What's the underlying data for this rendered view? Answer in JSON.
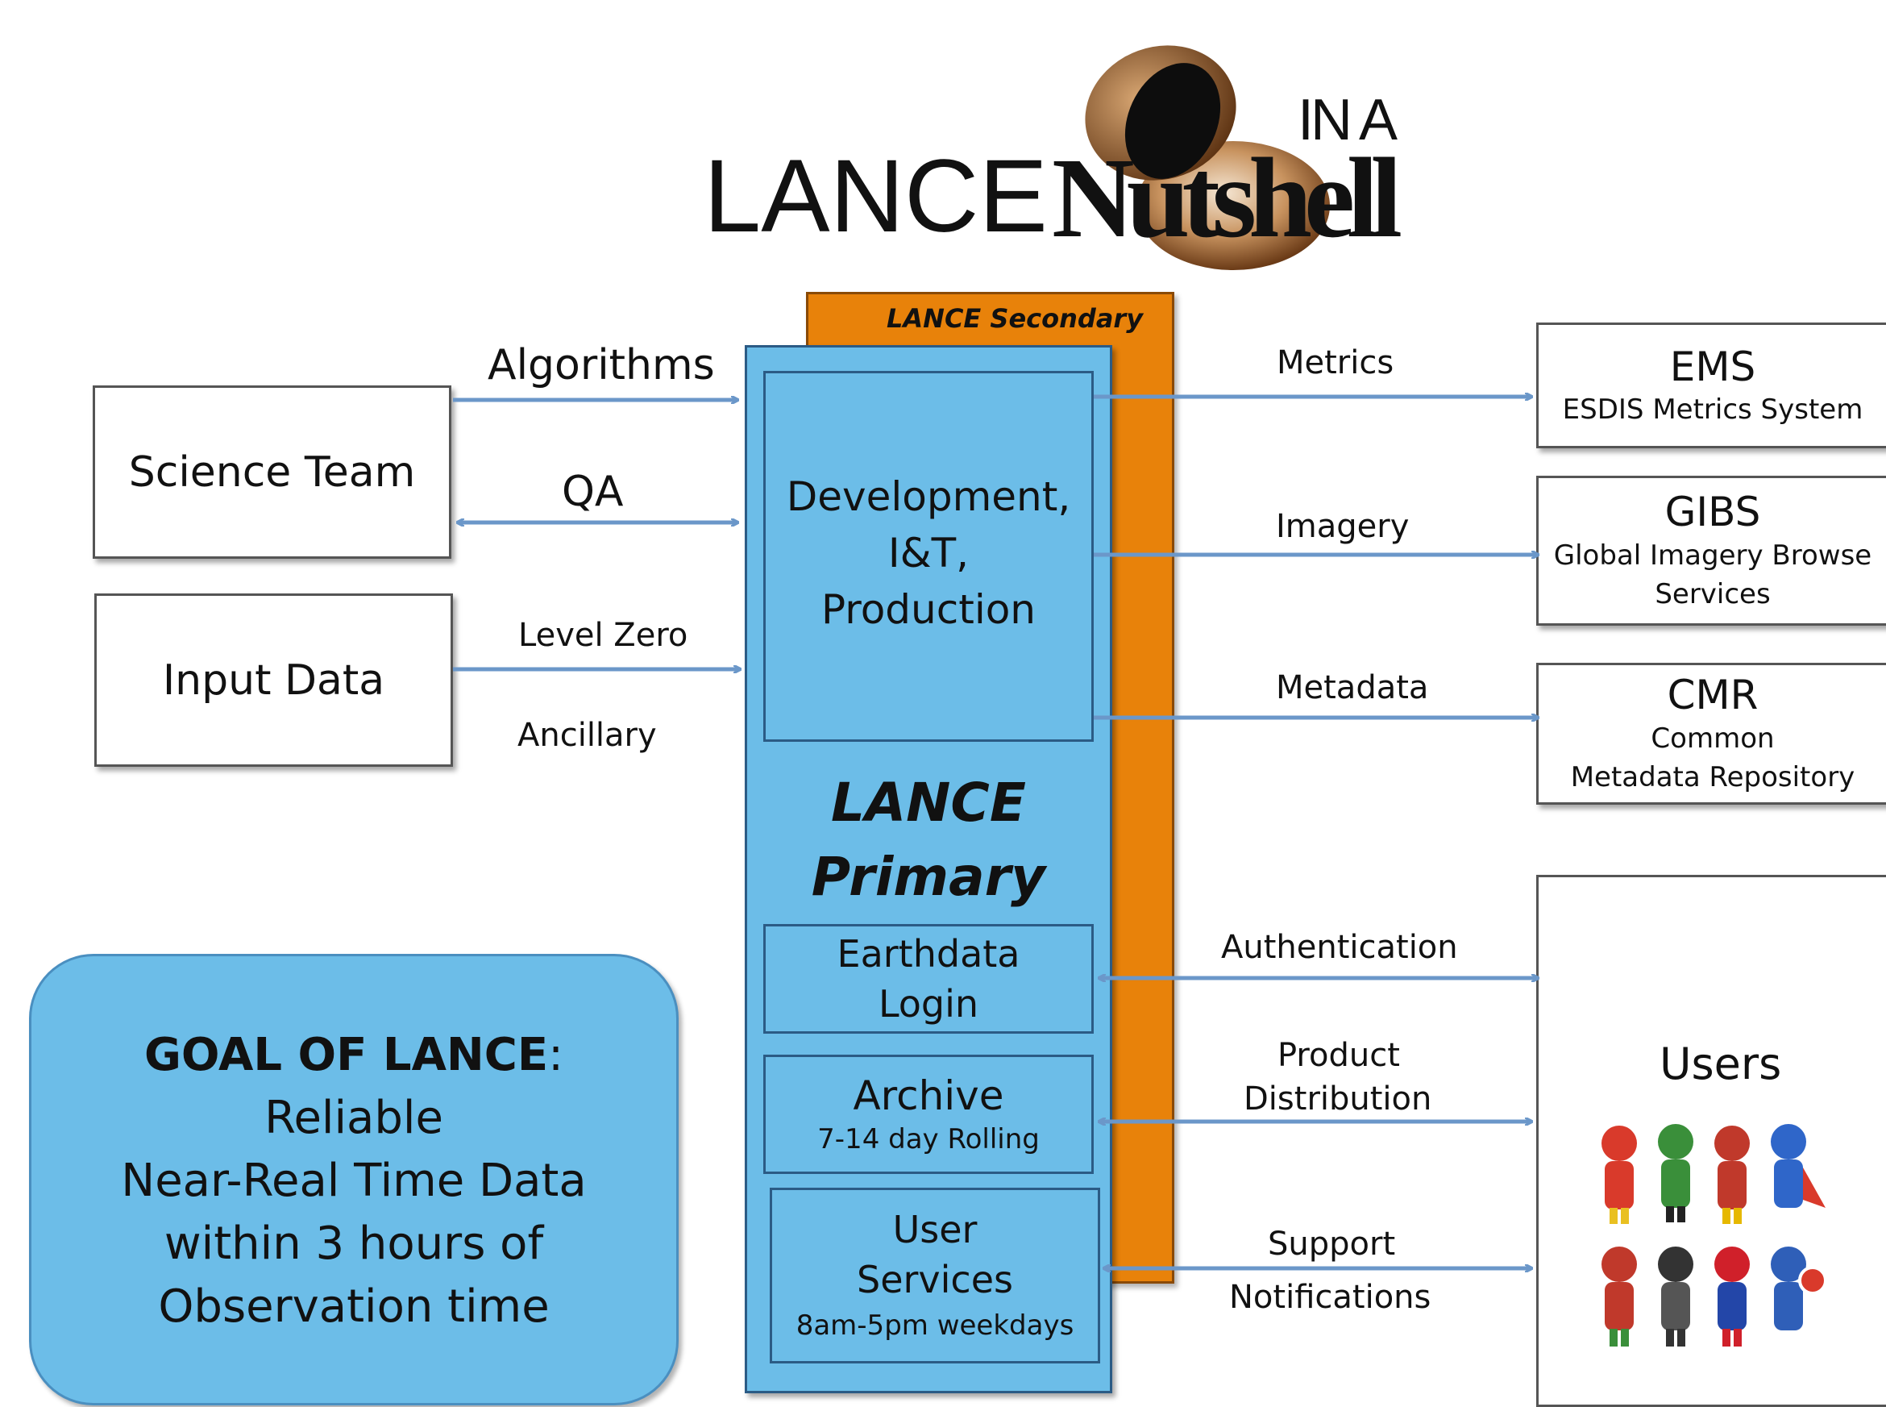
{
  "header": {
    "title_left": "LANCE",
    "title_right": "Nutshell",
    "title_small": "IN A"
  },
  "left": {
    "science_team": "Science Team",
    "input_data": "Input Data",
    "algorithms": "Algorithms",
    "qa": "QA",
    "level_zero": "Level Zero",
    "ancillary": "Ancillary"
  },
  "center": {
    "secondary": "LANCE Secondary",
    "dev_line1": "Development,",
    "dev_line2": "I&T,",
    "dev_line3": "Production",
    "primary_line1": "LANCE",
    "primary_line2": "Primary",
    "login_line1": "Earthdata",
    "login_line2": "Login",
    "archive_title": "Archive",
    "archive_sub": "7-14 day Rolling",
    "services_line1": "User",
    "services_line2": "Services",
    "services_sub": "8am-5pm weekdays"
  },
  "right": {
    "metrics": "Metrics",
    "imagery": "Imagery",
    "metadata": "Metadata",
    "authentication": "Authentication",
    "product": "Product",
    "distribution": "Distribution",
    "support": "Support",
    "notifications": "Notifications",
    "ems_title": "EMS",
    "ems_sub": "ESDIS Metrics System",
    "gibs_title": "GIBS",
    "gibs_sub1": "Global Imagery Browse",
    "gibs_sub2": "Services",
    "cmr_title": "CMR",
    "cmr_sub1": "Common",
    "cmr_sub2": "Metadata Repository",
    "users": "Users"
  },
  "goal": {
    "heading": "GOAL OF LANCE",
    "colon": ":",
    "line1": "Reliable",
    "line2": "Near-Real Time Data",
    "line3": "within 3 hours of",
    "line4": "Observation time"
  },
  "colors": {
    "primary_blue": "#6cbde8",
    "secondary_orange": "#e8820a",
    "arrow": "#6b97c9"
  }
}
